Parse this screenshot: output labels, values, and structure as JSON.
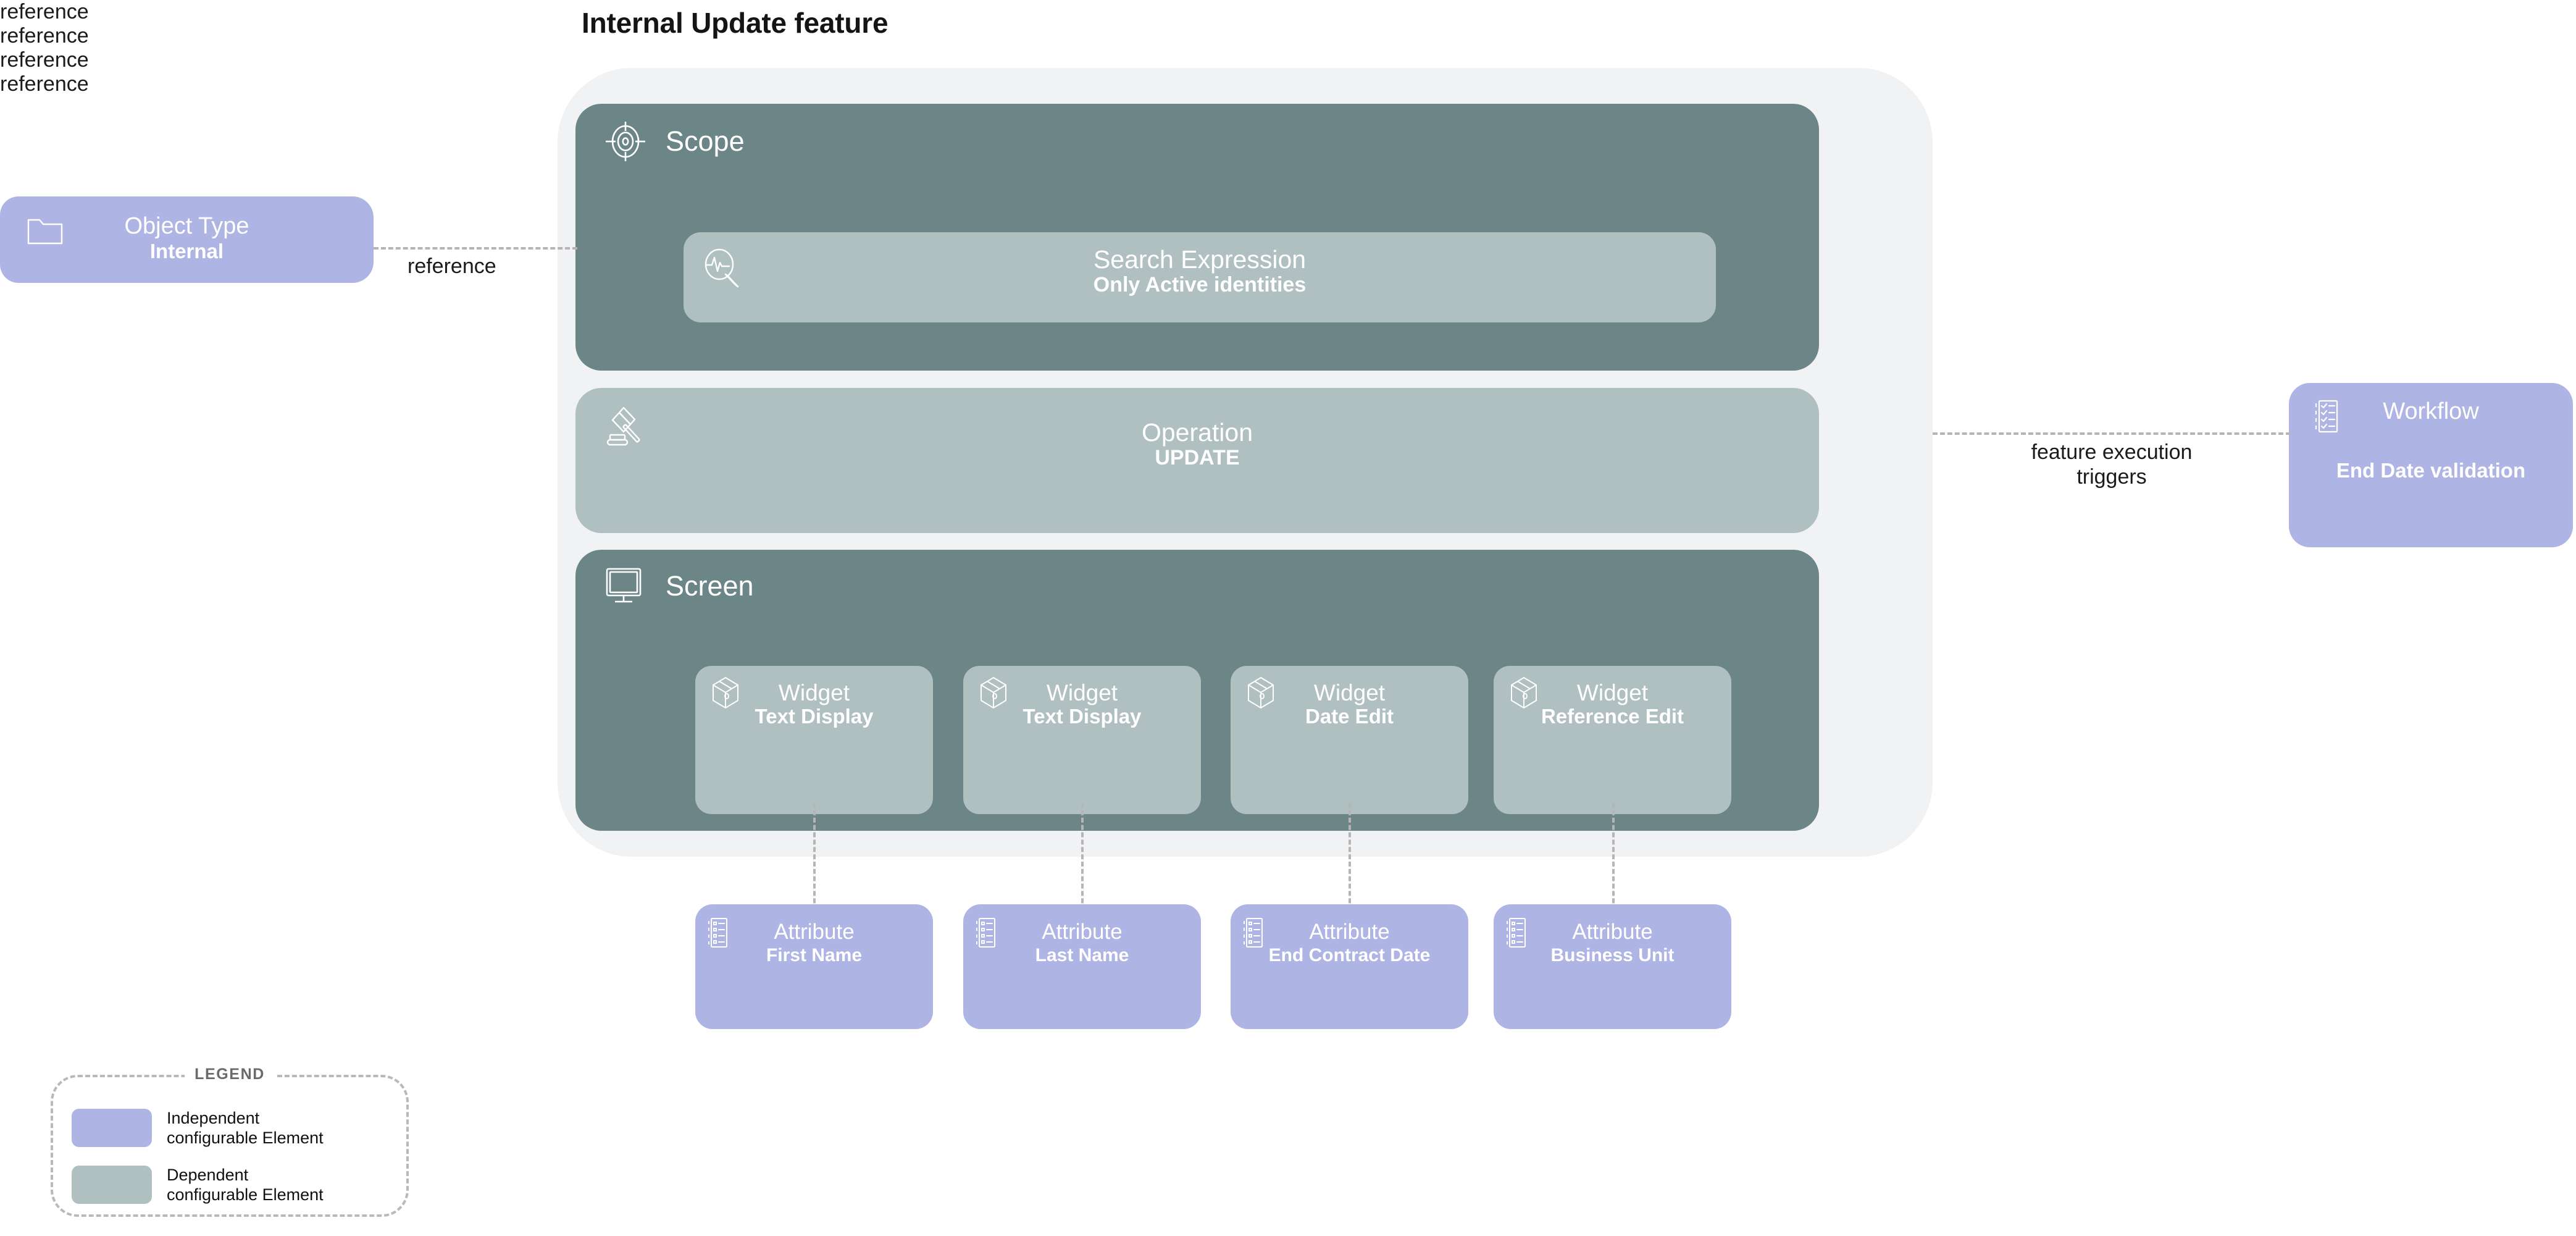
{
  "title": "Internal Update feature",
  "colors": {
    "independent": "#AEB4E3",
    "dependent_dark": "#6C8688",
    "dependent_light": "#B0BFC0",
    "container": "#F0F2F3",
    "connector": "#B5B5B5"
  },
  "object_type": {
    "kind": "Object Type",
    "value": "Internal",
    "icon": "folder-icon",
    "connector_label": "reference"
  },
  "workflow": {
    "kind": "Workflow",
    "value": "End Date validation",
    "icon": "checklist-icon",
    "connector_label_line1": "feature execution",
    "connector_label_line2": "triggers"
  },
  "sections": {
    "scope": {
      "title": "Scope",
      "icon": "crosshair-target-icon",
      "card": {
        "kind": "Search Expression",
        "value": "Only Active identities",
        "icon": "search-pulse-icon"
      }
    },
    "operation": {
      "title": "Operation",
      "icon": "gavel-icon",
      "kind": "Operation",
      "value": "UPDATE"
    },
    "screen": {
      "title": "Screen",
      "icon": "monitor-icon"
    }
  },
  "widgets": [
    {
      "kind": "Widget",
      "value": "Text Display",
      "icon": "package-box-icon"
    },
    {
      "kind": "Widget",
      "value": "Text Display",
      "icon": "package-box-icon"
    },
    {
      "kind": "Widget",
      "value": "Date Edit",
      "icon": "package-box-icon"
    },
    {
      "kind": "Widget",
      "value": "Reference Edit",
      "icon": "package-box-icon"
    }
  ],
  "widget_connectors": [
    "reference",
    "reference",
    "reference",
    "reference"
  ],
  "attributes": [
    {
      "kind": "Attribute",
      "value": "First Name",
      "icon": "attribute-list-icon"
    },
    {
      "kind": "Attribute",
      "value": "Last Name",
      "icon": "attribute-list-icon"
    },
    {
      "kind": "Attribute",
      "value": "End Contract Date",
      "icon": "attribute-list-icon"
    },
    {
      "kind": "Attribute",
      "value": "Business Unit",
      "icon": "attribute-list-icon"
    }
  ],
  "legend": {
    "title": "LEGEND",
    "items": [
      {
        "label_line1": "Independent",
        "label_line2": "configurable Element"
      },
      {
        "label_line1": "Dependent",
        "label_line2": "configurable Element"
      }
    ]
  }
}
